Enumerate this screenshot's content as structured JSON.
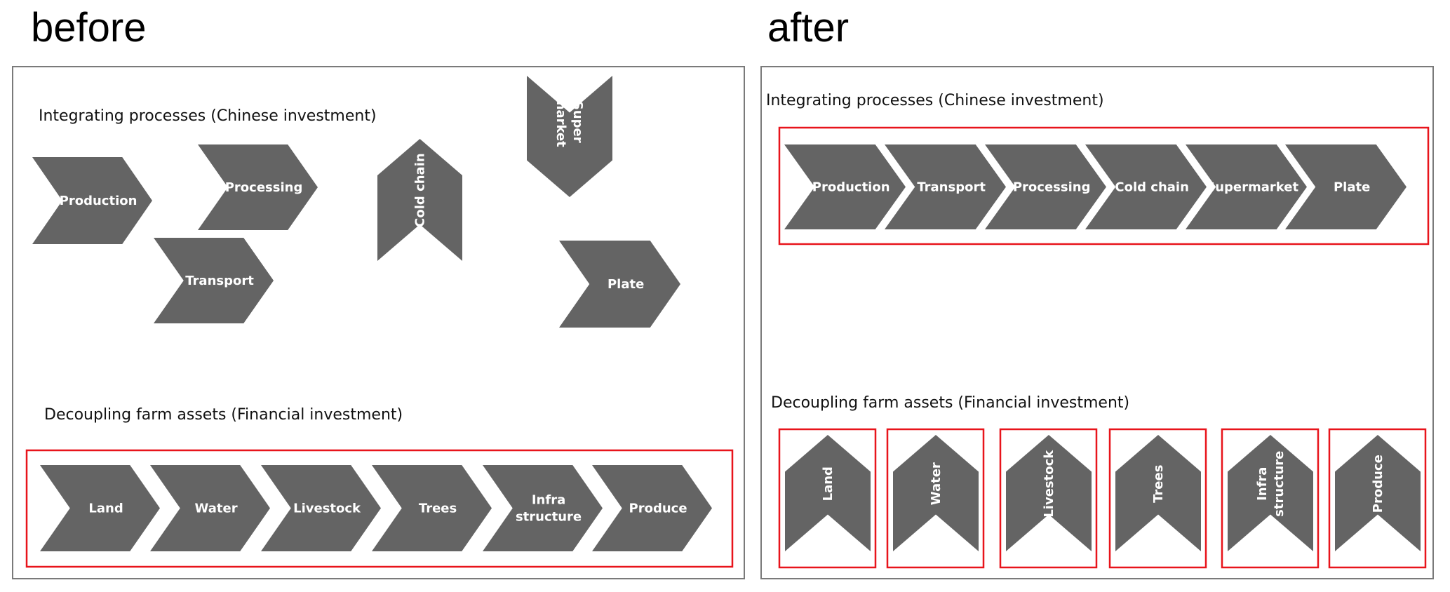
{
  "before": {
    "heading": "before",
    "integrating_title": "Integrating processes (Chinese investment)",
    "decoupling_title": "Decoupling farm assets (Financial investment)",
    "integrating_items": [
      [
        "Production"
      ],
      [
        "Processing"
      ],
      [
        "Transport"
      ],
      [
        "Cold chain"
      ],
      [
        "Super",
        "market"
      ],
      [
        "Plate"
      ]
    ],
    "decoupling_items": [
      [
        "Land"
      ],
      [
        "Water"
      ],
      [
        "Livestock"
      ],
      [
        "Trees"
      ],
      [
        "Infra",
        "structure"
      ],
      [
        "Produce"
      ]
    ]
  },
  "after": {
    "heading": "after",
    "integrating_title": "Integrating processes (Chinese investment)",
    "decoupling_title": "Decoupling farm assets (Financial investment)",
    "integrating_items": [
      [
        "Production"
      ],
      [
        "Transport"
      ],
      [
        "Processing"
      ],
      [
        "Cold chain"
      ],
      [
        "Supermarket"
      ],
      [
        "Plate"
      ]
    ],
    "decoupling_items": [
      [
        "Land"
      ],
      [
        "Water"
      ],
      [
        "Livestock"
      ],
      [
        "Trees"
      ],
      [
        "Infra",
        "structure"
      ],
      [
        "Produce"
      ]
    ]
  },
  "colors": {
    "shape": "#646464",
    "highlight": "#e8141b",
    "frame": "#7a7a7a"
  }
}
